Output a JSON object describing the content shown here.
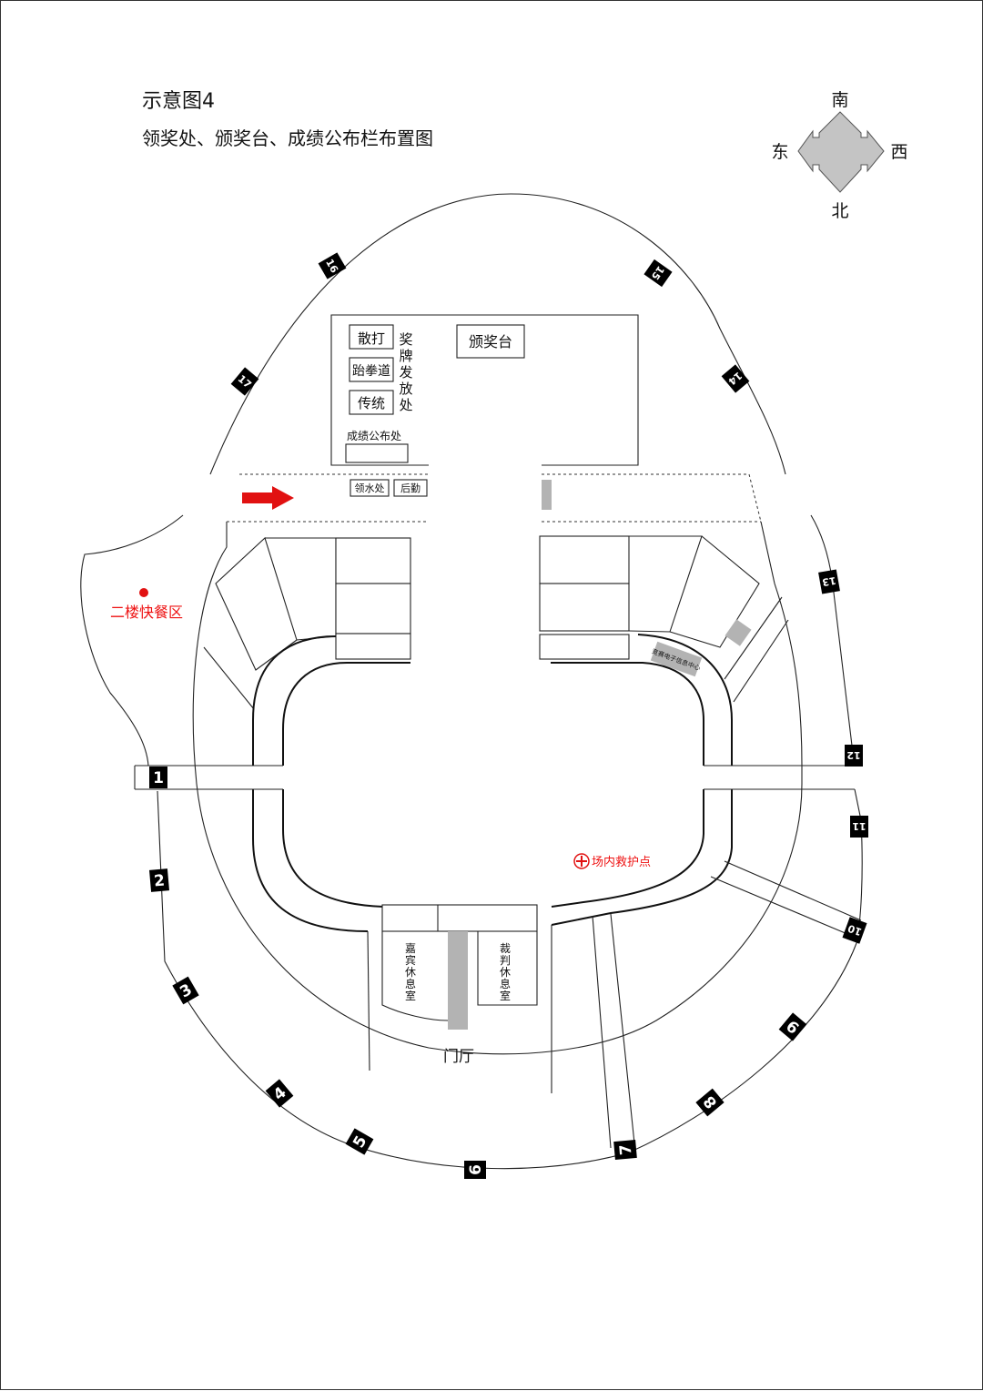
{
  "title": "示意图4",
  "subtitle": "领奖处、颁奖台、成绩公布栏布置图",
  "compass": {
    "south": "南",
    "north": "北",
    "east": "东",
    "west": "西",
    "fill": "#c4c4c4"
  },
  "rooms": {
    "sanda": "散打",
    "taekwondo": "跆拳道",
    "traditional": "传统",
    "medal_line1": "奖",
    "medal_line2": "牌",
    "medal_line3": "发",
    "medal_line4": "放",
    "medal_line5": "处",
    "podium": "颁奖台",
    "results": "成绩公布处",
    "water": "领水处",
    "logistics": "后勤",
    "vip_1": "嘉",
    "vip_2": "宾",
    "vip_3": "休",
    "vip_4": "息",
    "vip_5": "室",
    "ref_1": "裁",
    "ref_2": "判",
    "ref_3": "休",
    "ref_4": "息",
    "ref_5": "室",
    "lobby": "门厅",
    "info_center": "竞赛电子信息中心",
    "fast_food": "二楼快餐区",
    "first_aid": "场内救护点"
  },
  "gate_markers": [
    "1",
    "2",
    "3",
    "4",
    "5",
    "6",
    "7",
    "8",
    "9",
    "10",
    "11",
    "12",
    "13",
    "14",
    "15",
    "16",
    "17"
  ],
  "colors": {
    "accent_red": "#e11111",
    "marker_black": "#000000",
    "gray_block": "#b3b3b3"
  }
}
